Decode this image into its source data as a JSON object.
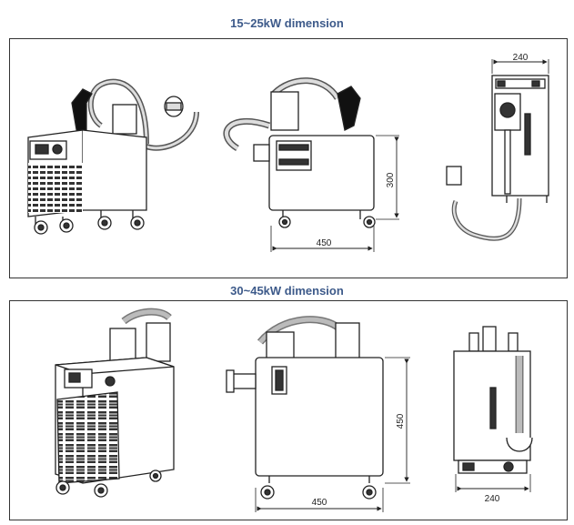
{
  "sections": [
    {
      "title": "15~25kW dimension",
      "dimensions": {
        "length": "450",
        "height": "300",
        "width": "240"
      }
    },
    {
      "title": "30~45kW dimension",
      "dimensions": {
        "length": "450",
        "height": "450",
        "width": "240"
      }
    }
  ]
}
